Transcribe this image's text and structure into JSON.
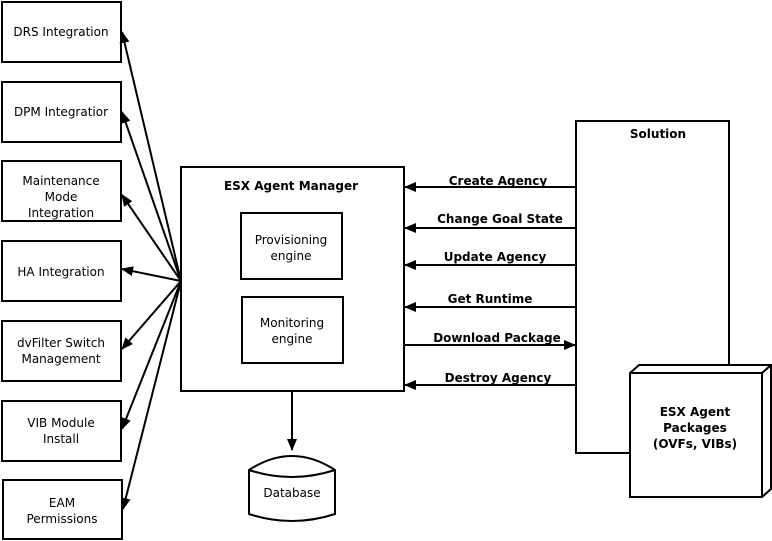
{
  "colors": {
    "stroke": "#000000",
    "fill": "#ffffff",
    "text": "#000000"
  },
  "integrations": [
    {
      "lines": [
        "DRS Integration"
      ]
    },
    {
      "lines": [
        "DPM Integratior"
      ]
    },
    {
      "lines": [
        "Maintenance",
        "Mode",
        "Integration"
      ]
    },
    {
      "lines": [
        "HA Integration"
      ]
    },
    {
      "lines": [
        "dvFilter Switch",
        "Management"
      ]
    },
    {
      "lines": [
        "VIB Module",
        "Install"
      ]
    },
    {
      "lines": [
        "EAM",
        "Permissions"
      ]
    }
  ],
  "manager": {
    "title": "ESX Agent Manager",
    "provisioning": [
      "Provisioning",
      "engine"
    ],
    "monitoring": [
      "Monitoring",
      "engine"
    ]
  },
  "database": {
    "label": "Database"
  },
  "solution": {
    "title": "Solution"
  },
  "packages": {
    "lines": [
      "ESX Agent",
      "Packages",
      "(OVFs, VIBs)"
    ]
  },
  "operations": [
    {
      "label": "Create Agency",
      "direction": "to-manager"
    },
    {
      "label": "Change Goal State",
      "direction": "to-manager"
    },
    {
      "label": "Update Agency",
      "direction": "to-manager"
    },
    {
      "label": "Get Runtime",
      "direction": "to-manager"
    },
    {
      "label": "Download Package",
      "direction": "to-solution"
    },
    {
      "label": "Destroy Agency",
      "direction": "to-manager"
    }
  ]
}
